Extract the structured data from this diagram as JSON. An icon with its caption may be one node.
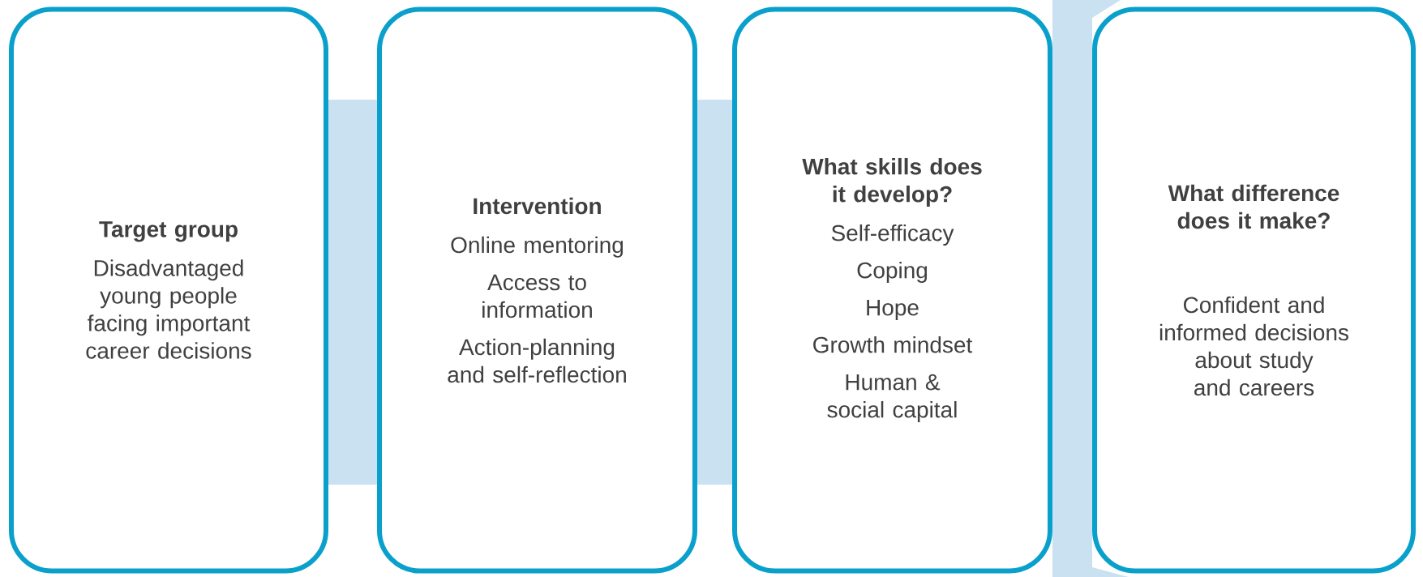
{
  "diagram": {
    "nodes": [
      {
        "text": [
          "Target group",
          "Disadvantaged young people facing important career decisions"
        ]
      },
      {
        "text": [
          "Intervention",
          "Online mentoring",
          "Access to information",
          "Action-planning and self-reflection"
        ]
      },
      {
        "text": [
          "What skills does it develop?",
          "Self-efficacy",
          "Coping",
          "Hope",
          "Growth mindset",
          "Human & social capital"
        ]
      },
      {
        "text": [
          "What difference does it make?",
          "Confident and informed decisions about study and careers"
        ]
      }
    ],
    "edges": [
      {
        "from": 0,
        "to": 1,
        "arrow": "none"
      },
      {
        "from": 1,
        "to": 2,
        "arrow": "none"
      },
      {
        "from": 2,
        "to": 3,
        "arrow": "to"
      }
    ]
  }
}
